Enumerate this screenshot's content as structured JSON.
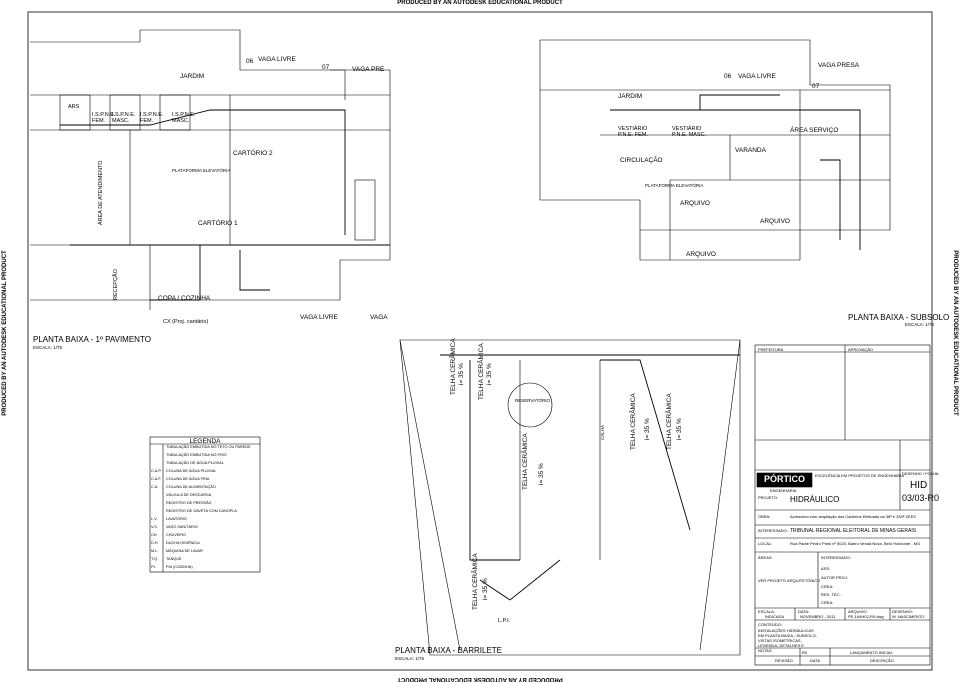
{
  "watermark": "PRODUCED BY AN AUTODESK EDUCATIONAL PRODUCT",
  "views": {
    "pav1": {
      "title": "PLANTA BAIXA - 1º PAVIMENTO",
      "scale": "ESCALA: 1/75"
    },
    "subsolo": {
      "title": "PLANTA BAIXA - SUBSOLO",
      "scale": "ESCALA: 1/75"
    },
    "barrilete": {
      "title": "PLANTA BAIXA - BARRILETE",
      "scale": "ESCALA: 1/75"
    }
  },
  "rooms_pav1": {
    "jardim": "JARDIM",
    "vaga_livre": "VAGA LIVRE",
    "n06": "06",
    "n07": "07",
    "vaga_pre": "VAGA PRE",
    "ars": "ARS",
    "ispne_fem": "I.S.P.N.E. FEM.",
    "ispne_masc": "I.S.P.N.E. MASC.",
    "isp_fem": "I.S.P.N.E. FEM.",
    "isp_masc": "I.S.P.N.E. MASC.",
    "cartorio2": "CARTÓRIO 2",
    "cartorio1": "CARTÓRIO 1",
    "plataforma": "PLATAFORMA ELEVATÓRIA",
    "area_atendimento": "ÁREA DE ATENDIMENTO",
    "recepcao": "RECEPÇÃO",
    "copa": "COPA / COZINHA",
    "cx": "CX (Proj. cantário)",
    "vaga_livre2": "VAGA LIVRE",
    "vaga": "VAGA"
  },
  "rooms_subsolo": {
    "jardim": "JARDIM",
    "vaga_livre": "VAGA LIVRE",
    "n06": "06",
    "n07": "07",
    "vaga_presa": "VAGA PRESA",
    "vest_fem": "VESTIÁRIO P.N.E. FEM.",
    "vest_masc": "VESTIÁRIO P.N.E. MASC.",
    "area_servico": "ÁREA SERVIÇO",
    "circulacao": "CIRCULAÇÃO",
    "varanda": "VARANDA",
    "plataforma": "PLATAFORMA ELEVATÓRIA",
    "arquivo1": "ARQUIVO",
    "arquivo2": "ARQUIVO",
    "arquivo3": "ARQUIVO"
  },
  "rooms_barrilete": {
    "telha1": "TELHA CERÂMICA",
    "telha1_i": "i= 35 %",
    "telha2": "TELHA CERÂMICA",
    "telha2_i": "i= 35 %",
    "telha3": "TELHA CERÂMICA",
    "telha3_i": "i= 35 %",
    "telha4": "TELHA CERÂMICA",
    "telha4_i": "i= 35 %",
    "telha5": "TELHA CERÂMICA",
    "telha5_i": "i= 35 %",
    "telha6": "TELHA CERÂMICA",
    "telha6_i": "i= 35 %",
    "reservatorio": "RESERVATÓRIO",
    "calha": "CALHA",
    "lpi": "L.P.I."
  },
  "legend": {
    "title": "LEGENDA",
    "rows": [
      {
        "code": "",
        "desc": "TUBULAÇÃO EMBUTIDA NO TETO OU PAREDE"
      },
      {
        "code": "",
        "desc": "TUBULAÇÃO EMBUTIDA NO PISO"
      },
      {
        "code": "",
        "desc": "TUBULAÇÃO DE ÁGUA PLUVIAL"
      },
      {
        "code": "C.A.P.",
        "desc": "COLUNA DE ÁGUA PLUVIAL"
      },
      {
        "code": "C.A.F.",
        "desc": "COLUNA DE ÁGUA FRIA"
      },
      {
        "code": "C.A.",
        "desc": "COLUNA DE ALIMENTAÇÃO"
      },
      {
        "code": "",
        "desc": "VÁLVULA DE DESCARGA"
      },
      {
        "code": "",
        "desc": "REGISTRO DE PRESSÃO"
      },
      {
        "code": "",
        "desc": "REGISTRO DE GAVETA COM CANOPLA"
      },
      {
        "code": "L.V.",
        "desc": "LAVATÓRIO"
      },
      {
        "code": "V.S.",
        "desc": "VASO SANITÁRIO"
      },
      {
        "code": "CH.",
        "desc": "CHUVEIRO"
      },
      {
        "code": "D.H.",
        "desc": "DUCHA HIGIÊNICA"
      },
      {
        "code": "M.L.",
        "desc": "MÁQUINA DE LAVAR"
      },
      {
        "code": "T.Q.",
        "desc": "TANQUE"
      },
      {
        "code": "P.I.",
        "desc": "PIA (COZINHA)"
      }
    ]
  },
  "title_block": {
    "prefeitura": "PREFEITURA",
    "aprovacao": "APROVAÇÃO",
    "company": "PÓRTICO",
    "company_sub": "ENGENHARIA",
    "company_desc": "EXCELÊNCIA EM PROJETOS DE ENGENHARIA",
    "projeto_label": "PROJETO:",
    "projeto": "HIDRÁULICO",
    "sheet": "HID",
    "sheet_no": "03/03-R0",
    "sheet_note": "DESENHO / FOLHA",
    "obra_label": "OBRA:",
    "obra": "Acréscimo com ampliação dos Cartórios Eleitorais da 38ª e 334ª ZEES",
    "interessado_label": "INTERESSADO:",
    "interessado": "TRIBUNAL REGIONAL ELEITORAL DE MINAS GERAIS",
    "local_label": "LOCAL:",
    "local": "Rua Padre Pedro Pinto nº 5020, Bairro Venda Nova, Belo Horizonte - MG",
    "areas_label": "ÁREAS:",
    "interessado2": "INTERESSADO:",
    "ass": "ASS:",
    "autor": "AUTOR PROJ:",
    "crea": "CREA:",
    "res_tec": "RES. TEC.:",
    "crea2": "CREA:",
    "ver_proj": "VER PROJETO ARQUITETÔNICO",
    "escala_label": "ESCALA:",
    "escala": "INDICADA",
    "data_label": "DATA:",
    "data": "NOVEMBRO - 2011",
    "arquivo_label": "ARQUIVO:",
    "arquivo": "PE-164H02-R0.dwg",
    "desenho_label": "DESENHO:",
    "desenho": "W. NASCIMENTO",
    "conteudo_label": "CONTEÚDO:",
    "conteudo": "INSTALAÇÕES HIDRÁULICAS EM PLANTA BAIXA - SUBSOLO, VISTAS ISOMÉTRICAS, LEGENDA, DETALHES E NOTAS.",
    "rev_label": "REVISÃO",
    "data2_label": "DATA",
    "descricao_label": "DESCRIÇÃO",
    "rev0": "R0",
    "emissao": "LANÇAMENTO INICIAL"
  }
}
